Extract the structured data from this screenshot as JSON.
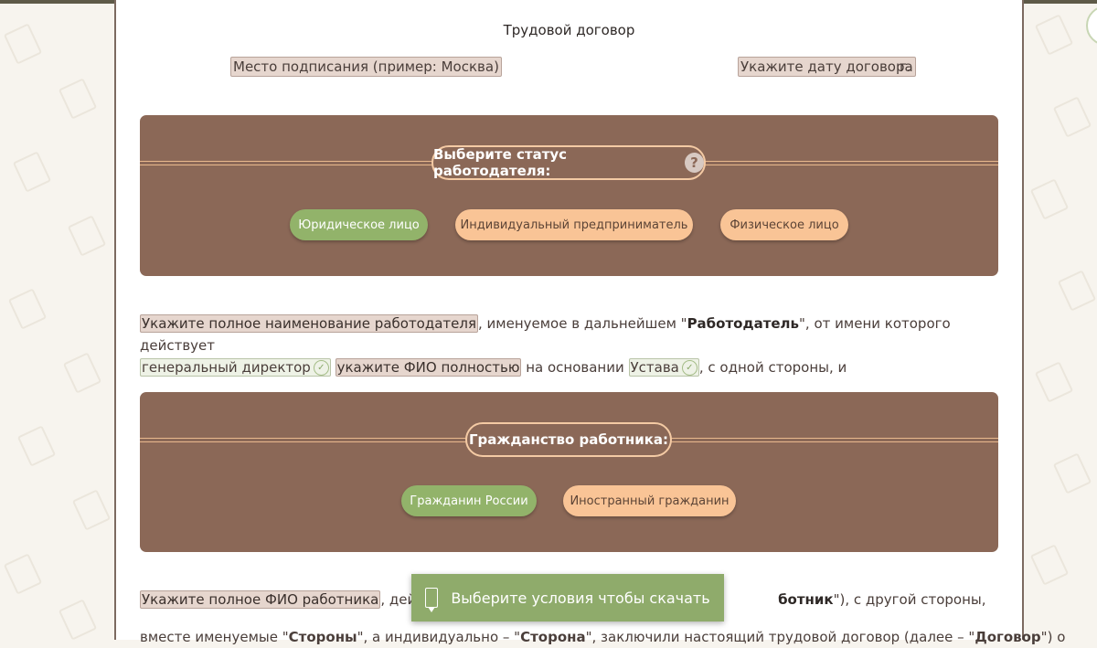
{
  "doc": {
    "title": "Трудовой договор",
    "place_placeholder": "Место подписания (пример: Москва)",
    "date_placeholder": "Укажите дату договора",
    "date_suffix": "г."
  },
  "employer_panel": {
    "label": "Выберите статус работодателя:",
    "options": [
      {
        "label": "Юридическое лицо",
        "active": true
      },
      {
        "label": "Индивидуальный предприниматель",
        "active": false
      },
      {
        "label": "Физическое лицо",
        "active": false
      }
    ]
  },
  "employer_para": {
    "name_field": "Укажите полное наименование работодателя",
    "text1": ", именуемое в дальнейшем \"",
    "employer_word": "Работодатель",
    "text2": "\", от имени которого действует",
    "position_field": "генеральный директор",
    "fio_field": "укажите ФИО полностью",
    "text3": " на основании ",
    "basis_field": "Устава",
    "text4": ", с одной стороны, и"
  },
  "citizenship_panel": {
    "label": "Гражданство работника:",
    "options": [
      {
        "label": "Гражданин России",
        "active": true
      },
      {
        "label": "Иностранный гражданин",
        "active": false
      }
    ]
  },
  "worker_para": {
    "fio_field": "Укажите полное ФИО работника",
    "text1_visible": ", действ",
    "worker_word_tail": "ботник",
    "text2": "\"), с другой стороны,"
  },
  "parties_para": {
    "text1": "вместе именуемые \"",
    "parties_word": "Стороны",
    "text2": "\", а индивидуально – \"",
    "party_word": "Сторона",
    "text3": "\", заключили настоящий трудовой договор (далее – \"",
    "contract_word": "Договор",
    "text4": "\") о"
  },
  "download": {
    "label": "Выберите условия чтобы скачать"
  },
  "colors": {
    "panel_bg": "#8b6857",
    "active_pill": "#92b36a",
    "option_pill": "#f9c496",
    "download_bg": "#8fab6b"
  }
}
